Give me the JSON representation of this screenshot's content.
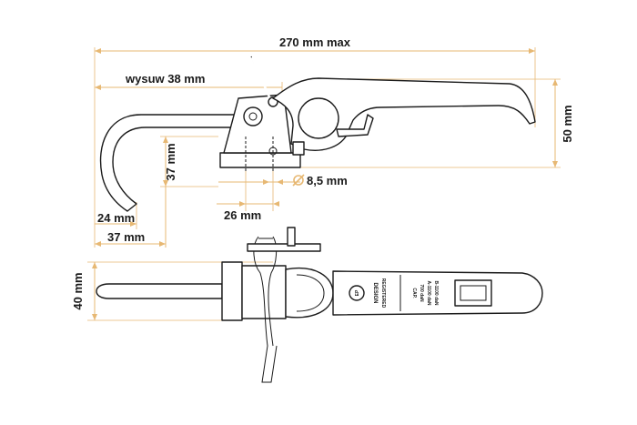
{
  "dimensions": {
    "overall_length": "270 mm max",
    "extension": "wysuw 38 mm",
    "hook_height": "37 mm",
    "hook_width_small": "24 mm",
    "hook_width_large": "37 mm",
    "hole_spacing": "26 mm",
    "hole_diameter": "8,5 mm",
    "total_height": "50 mm",
    "base_width": "40 mm"
  },
  "marking": {
    "logo": "EP",
    "design_line1": "DESIGN",
    "design_line2": "REGISTERED",
    "capacity_line1": "CAP.",
    "capacity_line2": "700 daN",
    "capacity_line3": "A-1100 daN",
    "capacity_line4": "B-1100 daN"
  },
  "colors": {
    "dimension_line": "#e7b873",
    "outline": "#1a1a1a"
  },
  "icons": {
    "diameter_symbol": "diameter-icon"
  }
}
